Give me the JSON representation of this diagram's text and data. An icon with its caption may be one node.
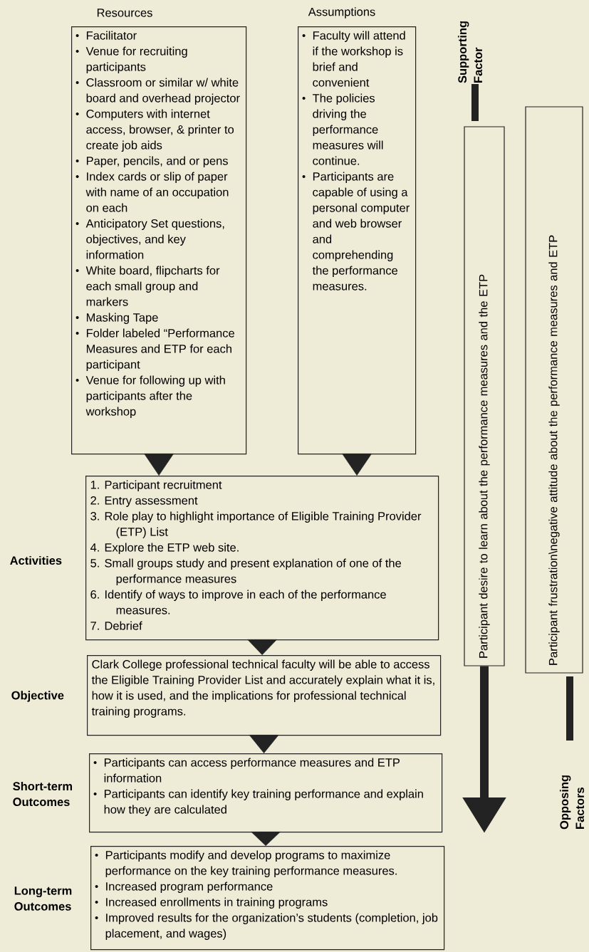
{
  "diagram": {
    "nodes": [
      {
        "text": [
          "Resources",
          "Facilitator",
          "Venue for recruiting participants",
          "Classroom or similar w/ white board and overhead projector",
          "Computers with internet access, browser, & printer to create job aids",
          "Paper, pencils, and or pens",
          "Index cards or slip of paper with name of an occupation on each",
          "Anticipatory Set questions, objectives, and key information",
          "White board, flipcharts for each small group and markers",
          "Masking Tape",
          "Folder labeled “Performance Measures and ETP for each participant",
          "Venue for following up with participants after the workshop"
        ]
      },
      {
        "text": [
          "Assumptions",
          "Faculty will attend if the workshop is brief and convenient",
          "The policies driving the performance measures will continue.",
          "Participants are capable of using a personal computer and web browser and comprehending the performance measures."
        ]
      },
      {
        "text": [
          "1. Participant recruitment",
          "2. Entry assessment",
          "3. Role play to highlight importance of Eligible Training Provider (ETP) List",
          "4. Explore the ETP web site.",
          "5. Small groups study and present explanation of one of the performance measures",
          "6. Identify of ways to improve in each of the performance measures.",
          "7. Debrief"
        ],
        "beside": [
          "Activities"
        ]
      },
      {
        "text": [
          "Clark College professional technical faculty will be able to access the Eligible Training Provider List and accurately explain what it is, how it is used, and the implications for professional technical training programs."
        ],
        "beside": [
          "Objective"
        ]
      },
      {
        "text": [
          "Participants can access performance measures and ETP information",
          "Participants can identify key training performance and explain how they are calculated"
        ],
        "beside": [
          "Short-term Outcomes"
        ]
      },
      {
        "text": [
          "Participants modify and develop programs to maximize performance on the key training performance measures.",
          "Increased program performance",
          "Increased enrollments in training programs",
          "Improved results for the organization’s students (completion, job placement, and wages)"
        ],
        "beside": [
          "Long-term Outcomes"
        ]
      },
      {
        "text": [
          "Participant desire to learn about the performance measures and the ETP"
        ]
      },
      {
        "text": [
          "Participant frustration\\negative attitude about the performance measures and ETP"
        ]
      }
    ],
    "labels": [
      "Supporting Factor",
      "Opposing Factors"
    ],
    "edges": [
      {
        "from": 0,
        "to": 2,
        "arrow": "to"
      },
      {
        "from": 1,
        "to": 2,
        "arrow": "to"
      },
      {
        "from": 2,
        "to": 3,
        "arrow": "to"
      },
      {
        "from": 3,
        "to": 4,
        "arrow": "to"
      },
      {
        "from": 4,
        "to": 5,
        "arrow": "to"
      },
      {
        "from": 6,
        "to": null,
        "arrow": "to"
      }
    ]
  }
}
